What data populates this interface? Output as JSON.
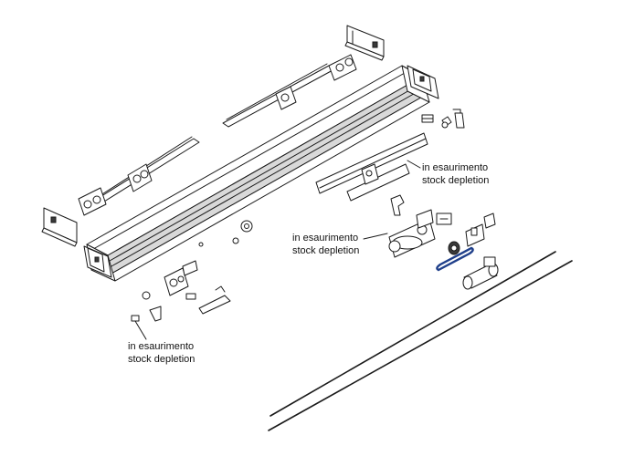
{
  "labels": [
    {
      "line1": "in esaurimento",
      "line2": "stock depletion"
    },
    {
      "line1": "in esaurimento",
      "line2": "stock depletion"
    },
    {
      "line1": "in esaurimento",
      "line2": "stock depletion"
    }
  ]
}
